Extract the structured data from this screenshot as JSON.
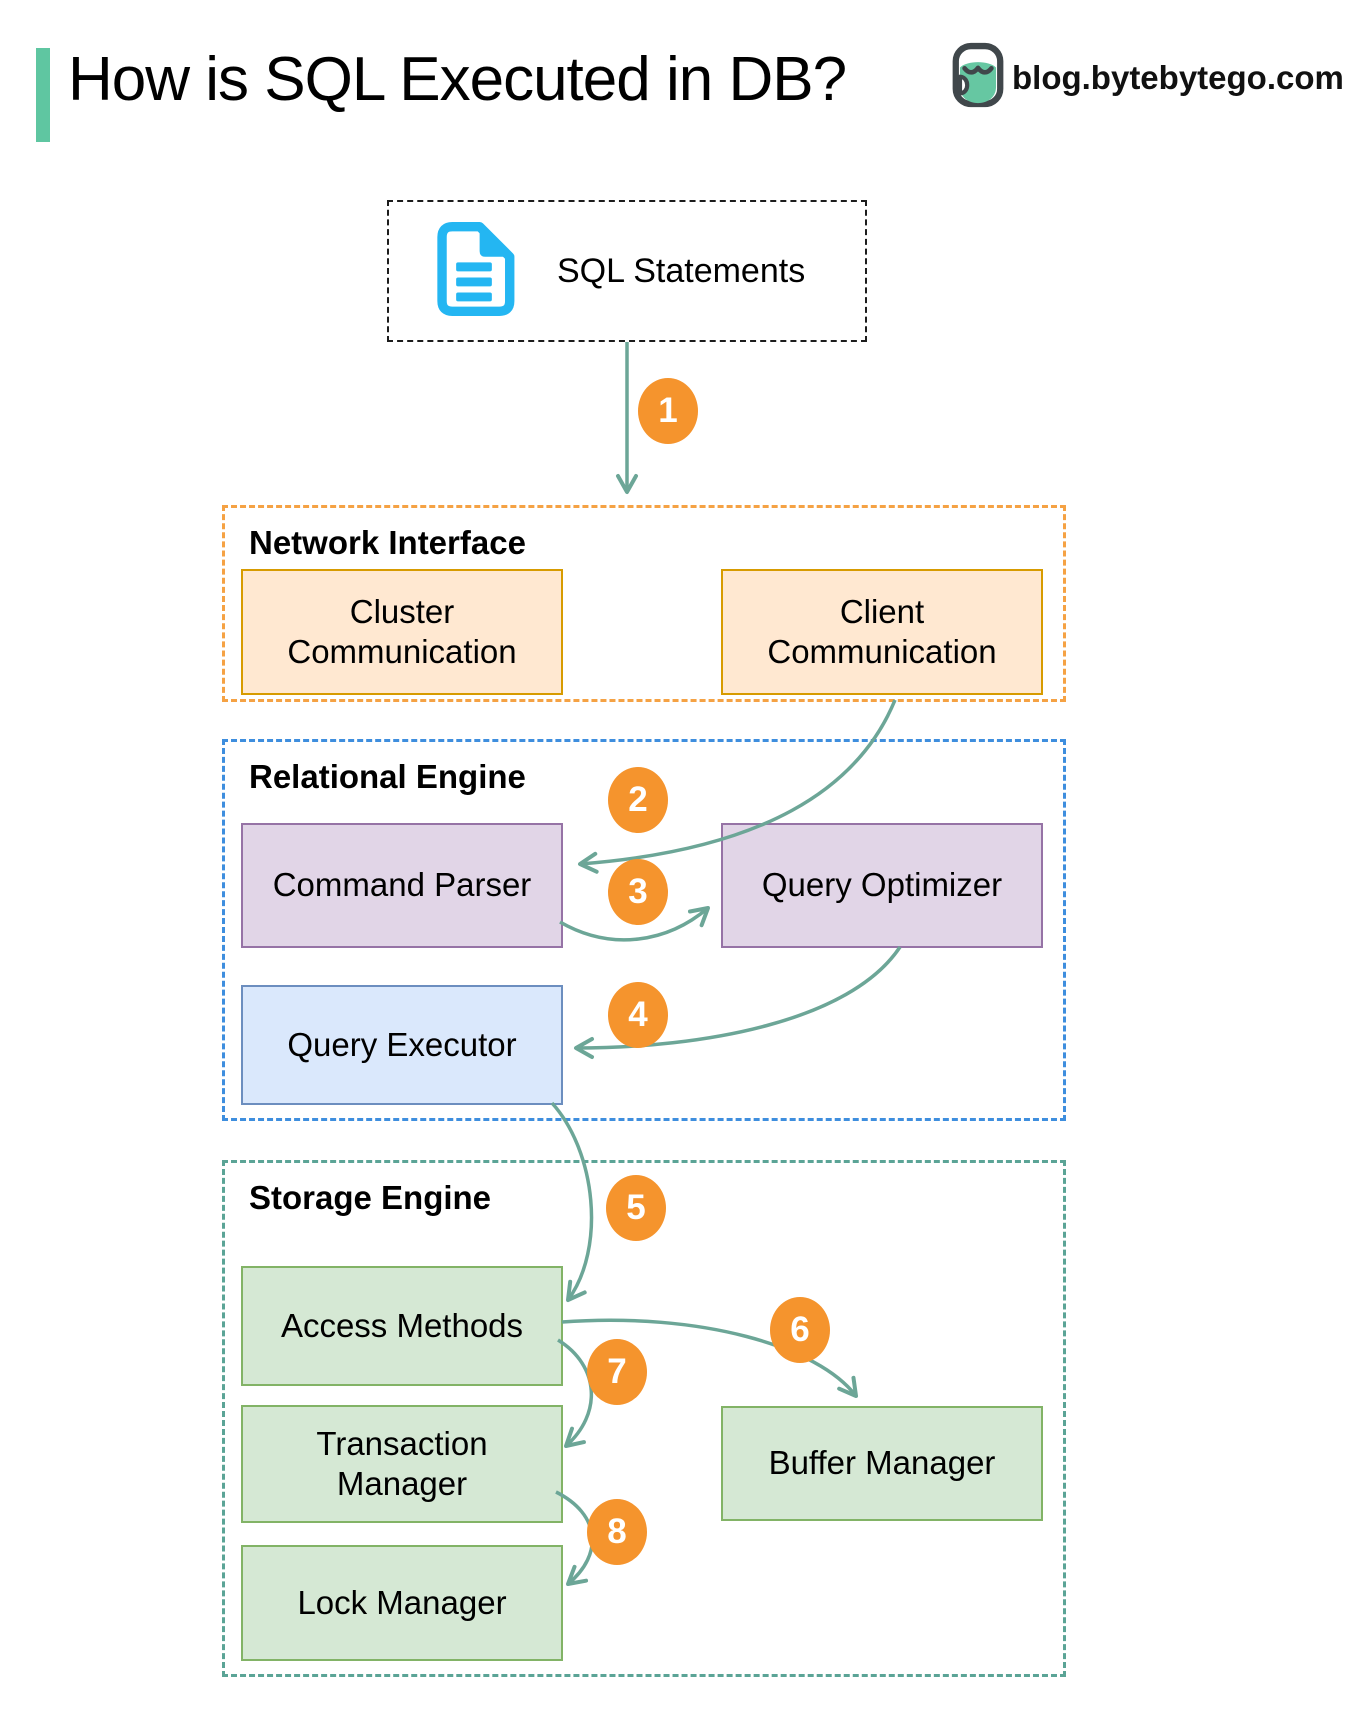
{
  "header": {
    "title": "How is SQL Executed in DB?",
    "brand": "blog.bytebytego.com"
  },
  "source_box": {
    "label": "SQL Statements",
    "icon": "document-icon"
  },
  "sections": [
    {
      "label": "Network Interface",
      "border_color": "#f5a244",
      "boxes": [
        {
          "label": "Cluster Communication",
          "fill": "#ffe8d1",
          "border": "#d79b00"
        },
        {
          "label": "Client Communication",
          "fill": "#ffe8d1",
          "border": "#d79b00"
        }
      ]
    },
    {
      "label": "Relational Engine",
      "border_color": "#3e8ede",
      "boxes": [
        {
          "label": "Command Parser",
          "fill": "#e1d5e7",
          "border": "#9673a6"
        },
        {
          "label": "Query Optimizer",
          "fill": "#e1d5e7",
          "border": "#9673a6"
        },
        {
          "label": "Query Executor",
          "fill": "#dae8fc",
          "border": "#6c8ebf"
        }
      ]
    },
    {
      "label": "Storage Engine",
      "border_color": "#5ba496",
      "boxes": [
        {
          "label": "Access Methods",
          "fill": "#d5e8d4",
          "border": "#82b366"
        },
        {
          "label": "Transaction Manager",
          "fill": "#d5e8d4",
          "border": "#82b366"
        },
        {
          "label": "Buffer Manager",
          "fill": "#d5e8d4",
          "border": "#82b366"
        },
        {
          "label": "Lock Manager",
          "fill": "#d5e8d4",
          "border": "#82b366"
        }
      ]
    }
  ],
  "steps": [
    {
      "n": "1",
      "from": "SQL Statements",
      "to": "Network Interface"
    },
    {
      "n": "2",
      "from": "Client Communication",
      "to": "Command Parser"
    },
    {
      "n": "3",
      "from": "Command Parser",
      "to": "Query Optimizer"
    },
    {
      "n": "4",
      "from": "Query Optimizer",
      "to": "Query Executor"
    },
    {
      "n": "5",
      "from": "Query Executor",
      "to": "Access Methods"
    },
    {
      "n": "6",
      "from": "Access Methods",
      "to": "Buffer Manager"
    },
    {
      "n": "7",
      "from": "Access Methods",
      "to": "Transaction Manager"
    },
    {
      "n": "8",
      "from": "Transaction Manager",
      "to": "Lock Manager"
    }
  ],
  "colors": {
    "accent": "#5fc6a1",
    "arrow": "#6ca697",
    "step_circle": "#f5942d",
    "step_number": "#ffffff",
    "document_icon": "#24b6f2",
    "source_border": "#1c1c1c"
  }
}
